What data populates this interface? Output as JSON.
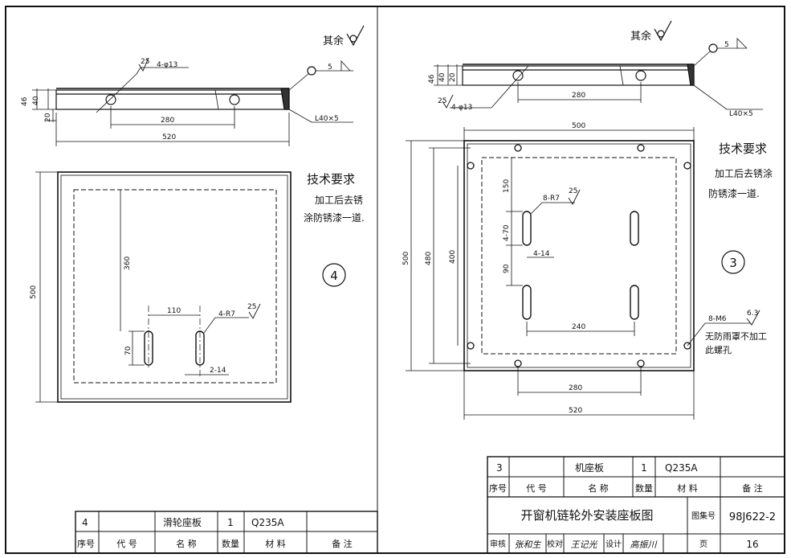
{
  "left_part": {
    "roughness_other": "其余",
    "hole_roughness": "25",
    "holes": "4-φ13",
    "weld_size": "5",
    "angle_steel": "L40×5",
    "dim_46": "46",
    "dim_40": "40",
    "dim_20": "20",
    "dim_280": "280",
    "dim_520": "520",
    "dim_500": "500",
    "dim_360": "360",
    "dim_110": "110",
    "dim_70": "70",
    "slot_spec": "4-R7",
    "slot_roughness": "25",
    "slot_width": "2-14",
    "tech_title": "技术要求",
    "tech_line1": "加工后去锈",
    "tech_line2": "涂防锈漆一道.",
    "part_no": "4"
  },
  "right_part": {
    "roughness_other": "其余",
    "weld_size": "5",
    "angle_steel": "L40×5",
    "hole_roughness": "25",
    "holes": "4-φ13",
    "dim_46": "46",
    "dim_40": "40",
    "dim_20": "20",
    "dim_280_top": "280",
    "dim_500_top": "500",
    "dim_500_left": "500",
    "dim_480": "480",
    "dim_400": "400",
    "dim_150": "150",
    "dim_4_70": "4-70",
    "dim_90": "90",
    "dim_4_14": "4-14",
    "slot_spec": "8-R7",
    "slot_roughness": "25",
    "dim_240": "240",
    "dim_280_bottom": "280",
    "dim_520_bottom": "520",
    "tap_spec": "8-M6",
    "tap_roughness": "6.3",
    "tap_note1": "无防雨罩不加工",
    "tap_note2": "此螺孔",
    "tech_title": "技术要求",
    "tech_line1": "加工后去锈涂",
    "tech_line2": "防锈漆一道.",
    "part_no": "3"
  },
  "bom_left": {
    "row": {
      "no": "4",
      "code": "",
      "name": "滑轮座板",
      "qty": "1",
      "material": "Q235A",
      "remark": ""
    },
    "header": {
      "no": "序号",
      "code": "代  号",
      "name": "名  称",
      "qty": "数量",
      "material": "材  料",
      "remark": "备  注"
    }
  },
  "bom_right": {
    "row": {
      "no": "3",
      "code": "",
      "name": "机座板",
      "qty": "1",
      "material": "Q235A",
      "remark": ""
    },
    "header": {
      "no": "序号",
      "code": "代  号",
      "name": "名  称",
      "qty": "数量",
      "material": "材  料",
      "remark": "备  注"
    }
  },
  "title_block": {
    "title": "开窗机链轮外安装座板图",
    "atlas_label": "图集号",
    "atlas_no": "98J622-2",
    "review_label": "审核",
    "review_sign": "张和生",
    "check_label": "校对",
    "check_sign": "王记光",
    "design_label": "设计",
    "design_sign": "高振川",
    "page_label": "页",
    "page_no": "16"
  }
}
